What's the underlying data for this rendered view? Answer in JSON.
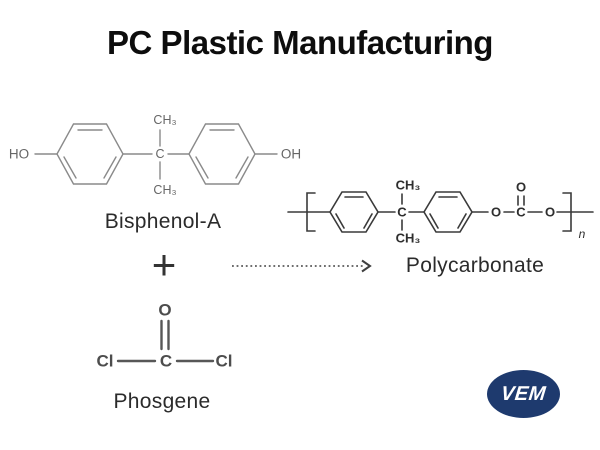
{
  "title": "PC Plastic Manufacturing",
  "labels": {
    "bisphenol": "Bisphenol-A",
    "phosgene": "Phosgene",
    "polycarbonate": "Polycarbonate"
  },
  "reaction": {
    "plus_sign": "+",
    "bisphenol_atoms": {
      "ho": "HO",
      "ch3_top": "CH₃",
      "c": "C",
      "ch3_bottom": "CH₃",
      "oh": "OH"
    },
    "phosgene_atoms": {
      "o": "O",
      "cl_left": "Cl",
      "c": "C",
      "cl_right": "Cl"
    },
    "polycarbonate_atoms": {
      "ch3_top": "CH₃",
      "c": "C",
      "ch3_bottom": "CH₃",
      "o_ester_left": "O",
      "c_carbonyl": "C",
      "o_carbonyl": "O",
      "o_ester_right": "O",
      "repeat_subscript": "n"
    }
  },
  "logo": {
    "text": "VEM",
    "background": "#1e3a6e",
    "text_color": "#ffffff"
  },
  "colors": {
    "title": "#0d0d0d",
    "label": "#2b2b2b",
    "structure_light": "#8a8a8a",
    "structure_dark": "#3a3a3a",
    "structure_phosgene": "#575757"
  }
}
